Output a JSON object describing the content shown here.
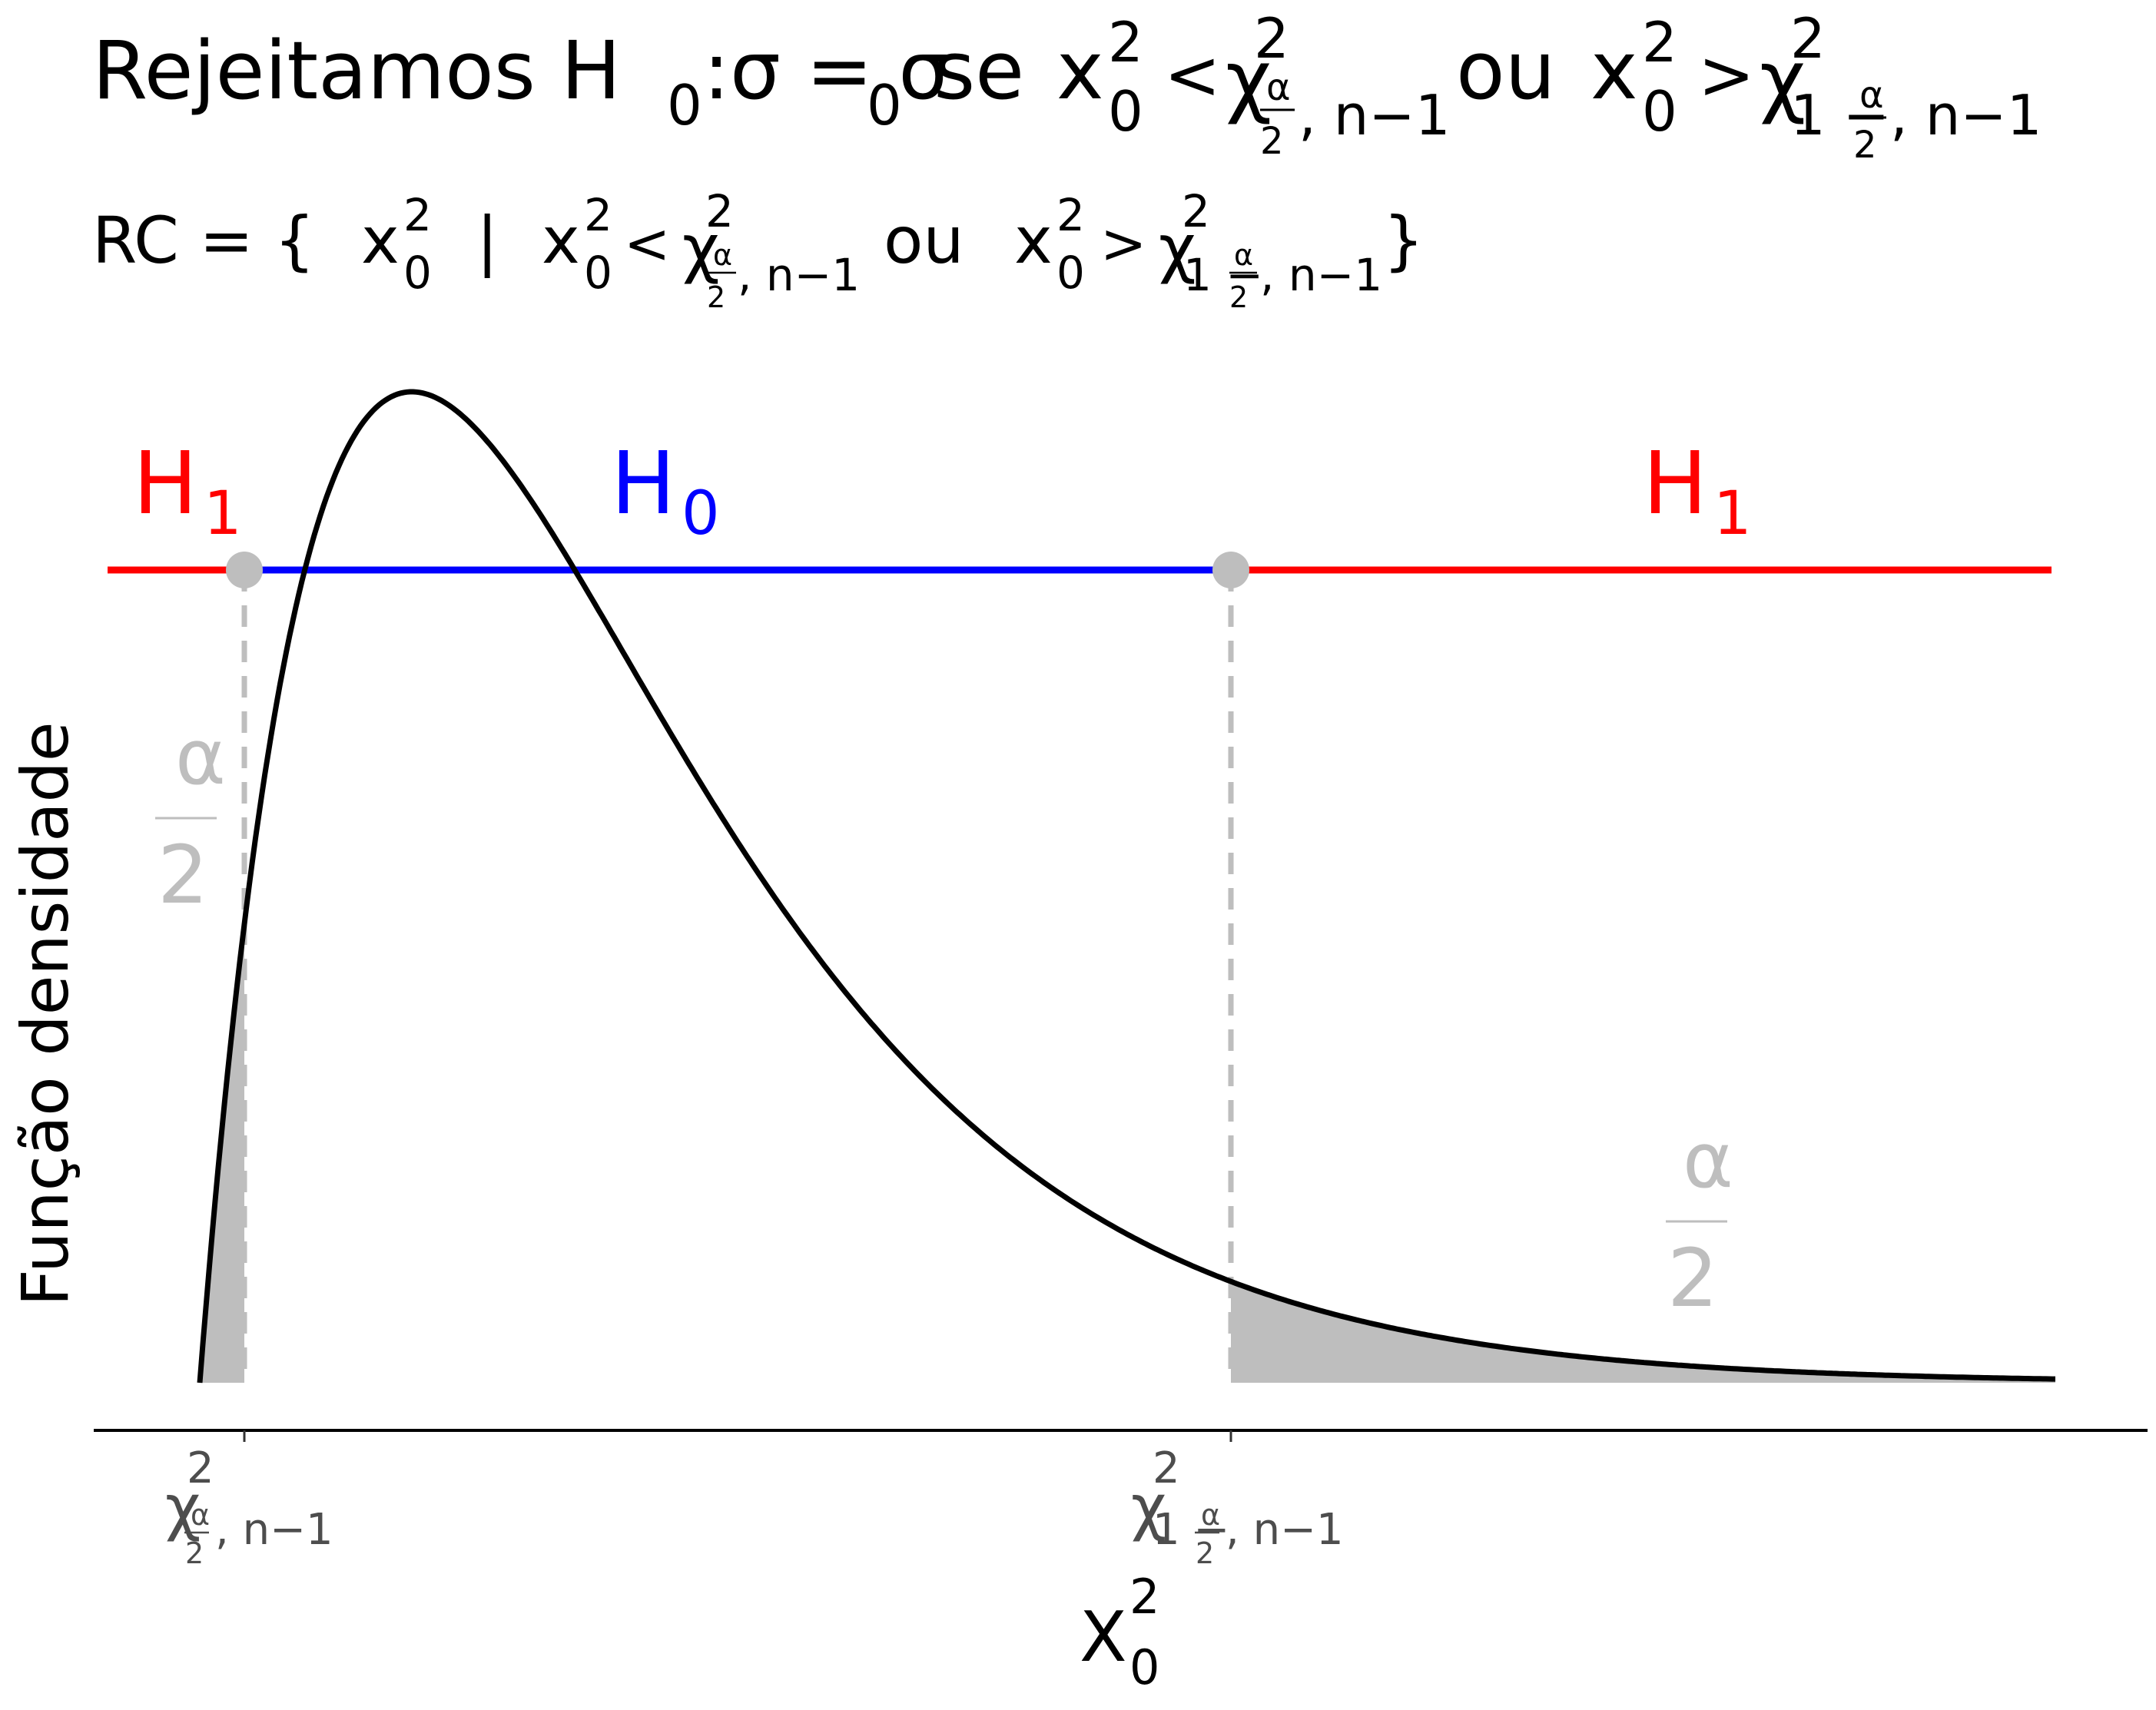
{
  "title": {
    "prefix": "Rejeitamos H",
    "h_sub": "0",
    "sigma_part": ":σ = σ",
    "sigma_sub": "0",
    "se": "se",
    "x": "x",
    "sup2": "2",
    "sub0": "0",
    "lt": "<",
    "gt": ">",
    "chi": "χ",
    "alpha": "α",
    "two": "2",
    "one_minus": "1 −",
    "n_minus_1": ", n−1",
    "ou": "ou"
  },
  "subtitle": {
    "rc": "RC = {",
    "bar": "|",
    "close": "}"
  },
  "chart_data": {
    "type": "area",
    "title": "Rejeitamos H0: σ = σ0 se x0^2 < χ^2(α/2, n−1) ou x0^2 > χ^2(1−α/2, n−1)",
    "subtitle": "RC = { x0^2 | x0^2 < χ^2(α/2, n−1) ou x0^2 > χ^2(1−α/2, n−1) }",
    "xlabel": "X0^2",
    "ylabel": "Função densidade",
    "grid": false,
    "distribution": "chi-square density",
    "x_ticks": [
      "χ²(α/2, n−1)",
      "χ²(1−α/2, n−1)"
    ],
    "regions": [
      {
        "label": "H1",
        "side": "left",
        "color": "#ff0000"
      },
      {
        "label": "H0",
        "side": "middle",
        "color": "#0000ff"
      },
      {
        "label": "H1",
        "side": "right",
        "color": "#ff0000"
      }
    ],
    "shaded_tails": [
      {
        "side": "left",
        "area": "α/2"
      },
      {
        "side": "right",
        "area": "α/2"
      }
    ],
    "colors": {
      "curve": "#000000",
      "tail": "#bebebe",
      "critical": "#bebebe",
      "h0": "#0000ff",
      "h1": "#ff0000",
      "axis_text": "#4d4d4d"
    }
  },
  "plot": {
    "ylabel": "Função densidade",
    "xlabel_x": "X",
    "xlabel_sup": "2",
    "xlabel_sub": "0",
    "h1_label": "H",
    "h1_sub": "1",
    "h0_label": "H",
    "h0_sub": "0",
    "alpha": "α",
    "two": "2"
  }
}
